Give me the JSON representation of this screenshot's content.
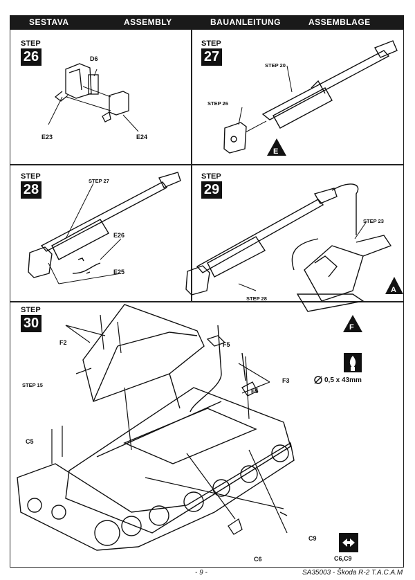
{
  "header": {
    "sestava": "SESTAVA",
    "assembly": "ASSEMBLY",
    "bauanleitung": "BAUANLEITUNG",
    "assemblage": "ASSEMBLAGE"
  },
  "step_word": "STEP",
  "steps": {
    "s26": {
      "number": "26",
      "labels": {
        "d6": "D6",
        "e23": "E23",
        "e24": "E24"
      }
    },
    "s27": {
      "number": "27",
      "labels": {
        "step20": "STEP 20",
        "step26": "STEP 26",
        "tri_e": "E"
      }
    },
    "s28": {
      "number": "28",
      "labels": {
        "step27": "STEP 27",
        "e26": "E26",
        "e25": "E25"
      }
    },
    "s29": {
      "number": "29",
      "labels": {
        "step23": "STEP 23",
        "step28": "STEP 28",
        "tri_a": "A",
        "tri_f": "F"
      }
    },
    "s30": {
      "number": "30",
      "labels": {
        "f2": "F2",
        "step15": "STEP 15",
        "f5a": "F5",
        "f3": "F3",
        "f5b": "F5",
        "c5": "C5",
        "c9": "C9",
        "c6": "C6",
        "wire": "0,5 x 43mm",
        "c6c9": "C6,C9"
      }
    }
  },
  "footer": {
    "page": "- 9 -",
    "code": "SA35003 - Škoda R-2 T.A.C.A.M"
  }
}
